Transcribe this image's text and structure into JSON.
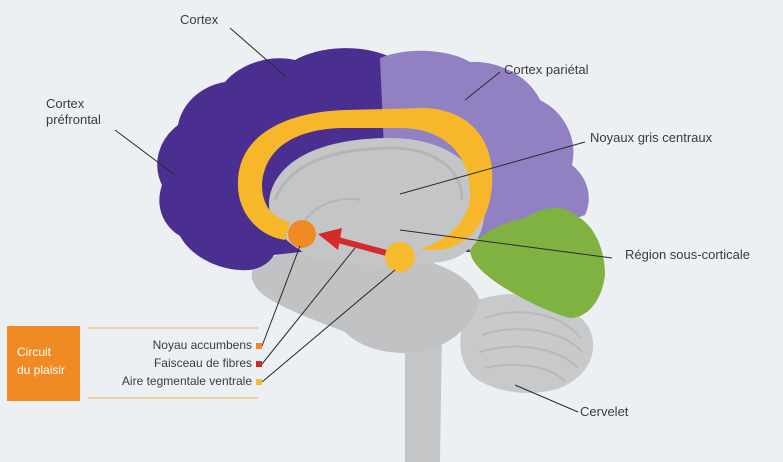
{
  "labels": {
    "cortex": "Cortex",
    "cortex_parietal": "Cortex pariétal",
    "cortex_prefrontal_1": "Cortex",
    "cortex_prefrontal_2": "préfrontal",
    "noyaux_gris": "Noyaux gris centraux",
    "region_sous_corticale": "Région sous-corticale",
    "cervelet": "Cervelet"
  },
  "legend": {
    "title_1": "Circuit",
    "title_2": "du plaisir",
    "items": [
      {
        "label": "Noyau accumbens",
        "color": "#f08a24"
      },
      {
        "label": "Faisceau de fibres",
        "color": "#d42a2a"
      },
      {
        "label": "Aire tegmentale ventrale",
        "color": "#f6bc2e"
      }
    ]
  },
  "colors": {
    "background": "#edf0f2",
    "cortex": "#4a2f91",
    "cortex_parietal": "#9181c2",
    "noyaux_gris": "#f6b82a",
    "cervelet_region": "#7fb241",
    "brain_gray": "#c4c5c7",
    "badge": "#f08a24"
  }
}
